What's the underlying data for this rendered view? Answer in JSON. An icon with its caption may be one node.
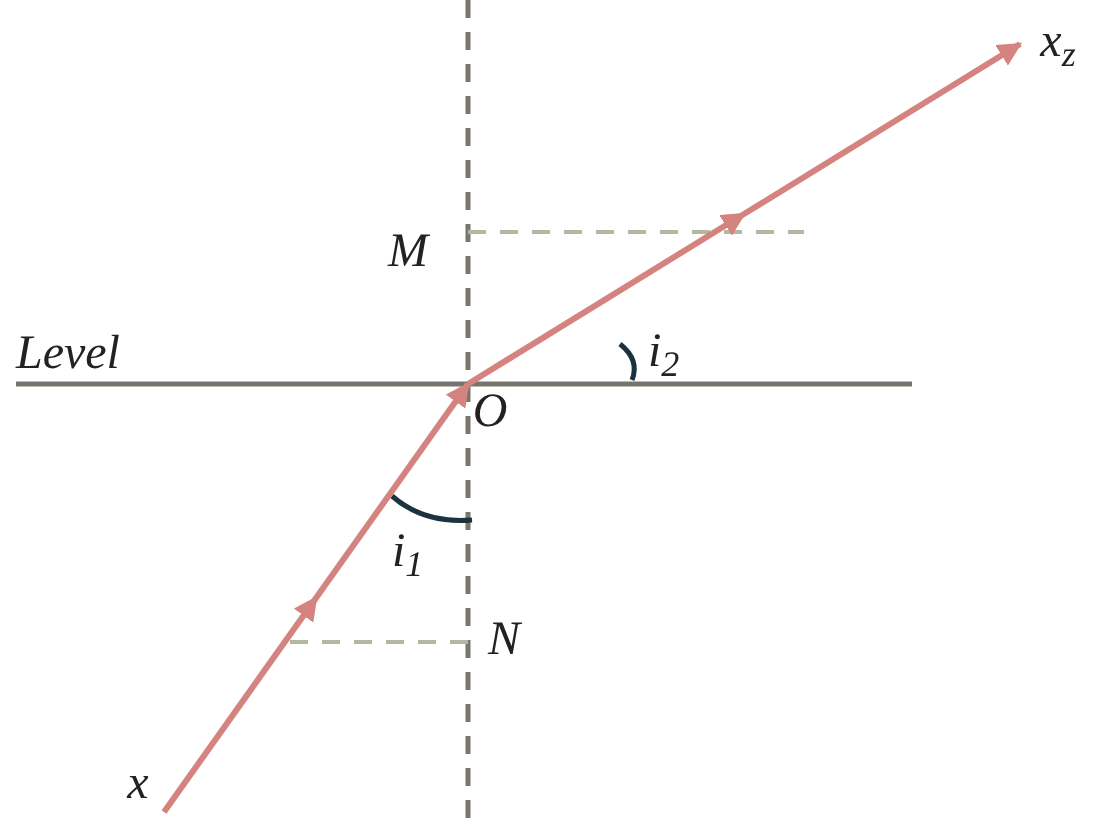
{
  "diagram": {
    "nodes": [
      {
        "text": [
          "x"
        ]
      },
      {
        "text": [
          "O"
        ]
      },
      {
        "text": [
          "x$_{z}$"
        ]
      }
    ],
    "edges": [
      {
        "from": 0,
        "to": 1,
        "arrow": "to"
      },
      {
        "from": 1,
        "to": 2,
        "arrow": "to"
      }
    ],
    "labels": [
      "Level",
      "M",
      "N",
      "i$_{1}$",
      "i$_{2}$"
    ]
  }
}
